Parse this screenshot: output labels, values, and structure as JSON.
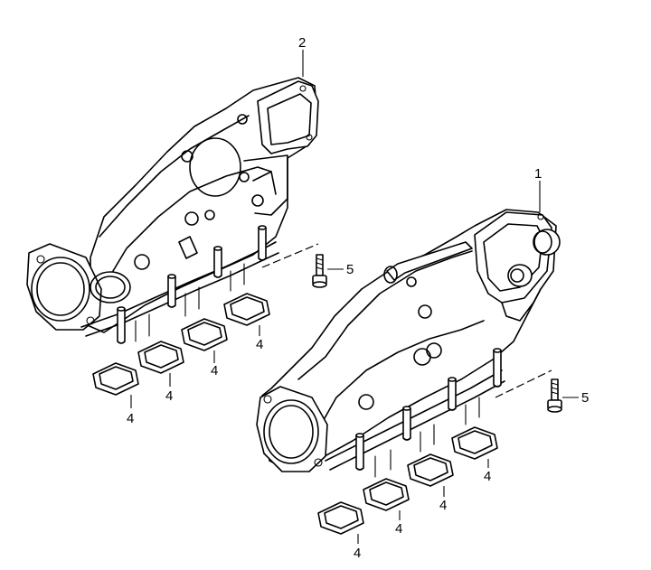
{
  "callouts": {
    "part_1": "1",
    "part_2": "2",
    "part_4": "4",
    "part_5": "5"
  },
  "colors": {
    "line": "#000000",
    "background": "#ffffff"
  }
}
